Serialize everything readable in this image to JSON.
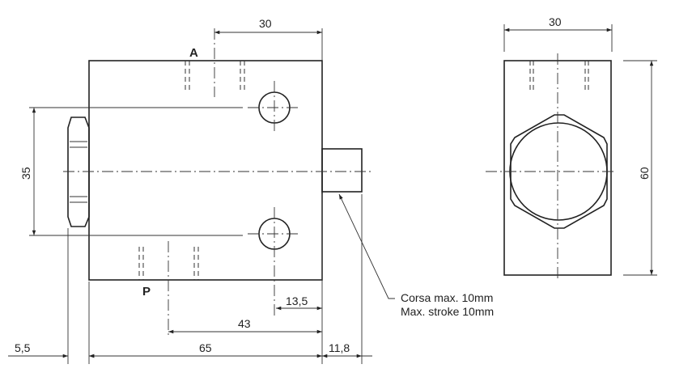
{
  "ports": {
    "a": "A",
    "p": "P"
  },
  "side_view": {
    "dim_top": "30",
    "dim_left": "35",
    "dim_13_5": "13,5",
    "dim_43": "43",
    "dim_65": "65",
    "dim_5_5": "5,5",
    "dim_11_8": "11,8",
    "note_line1": "Corsa max. 10mm",
    "note_line2": "Max. stroke 10mm"
  },
  "end_view": {
    "dim_width": "30",
    "dim_height": "60"
  }
}
